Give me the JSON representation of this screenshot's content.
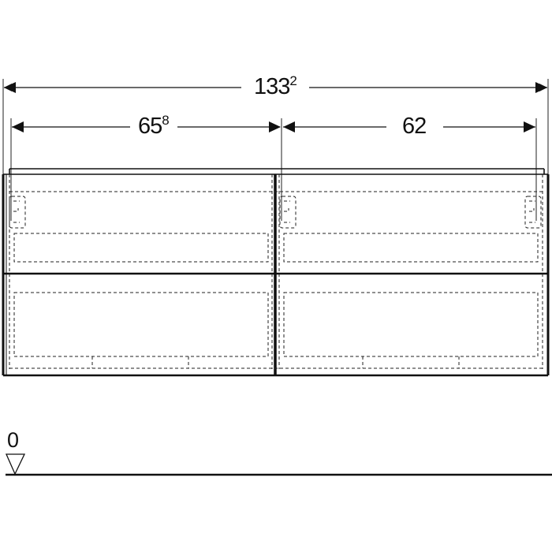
{
  "drawing": {
    "type": "technical dimension drawing",
    "subject": "wall-hung cabinet with four drawers (front view)",
    "units_hint": "cm",
    "colors": {
      "line": "#111111",
      "background": "#ffffff"
    }
  },
  "dimensions": {
    "overall_width": {
      "main": "133",
      "sup": "2",
      "value": "133.2"
    },
    "left_width": {
      "main": "65",
      "sup": "8",
      "value": "65.8"
    },
    "right_width": {
      "main": "62",
      "sup": "",
      "value": "62"
    }
  },
  "cabinet": {
    "modules": 2,
    "drawers_per_module": 2,
    "drawers": [
      {
        "position": "top-left"
      },
      {
        "position": "bottom-left"
      },
      {
        "position": "top-right"
      },
      {
        "position": "bottom-right"
      }
    ]
  },
  "floor_reference": {
    "label": "0",
    "symbol": "triangle-down"
  }
}
